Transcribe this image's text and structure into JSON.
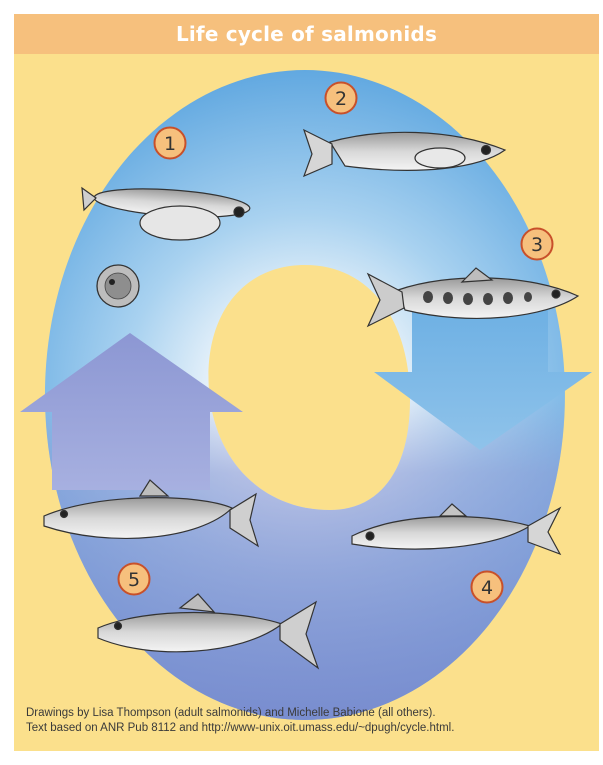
{
  "title": "Life cycle of salmonids",
  "stages": [
    {
      "number": "1"
    },
    {
      "number": "2"
    },
    {
      "number": "3"
    },
    {
      "number": "4"
    },
    {
      "number": "5"
    }
  ],
  "caption": {
    "line1": "Drawings by Lisa Thompson (adult salmonids) and Michelle Babione (all others).",
    "line2": "Text based on ANR Pub 8112 and http://www-unix.oit.umass.edu/~dpugh/cycle.html."
  },
  "colors": {
    "background": "#fbe08c",
    "title_bar": "#f6c07d",
    "cycle_light": "#ffffff",
    "cycle_blue": "#6aaee3",
    "cycle_periwinkle": "#8c97d3",
    "stage_circle_fill": "#f6c07d",
    "stage_circle_stroke": "#c8502a"
  }
}
